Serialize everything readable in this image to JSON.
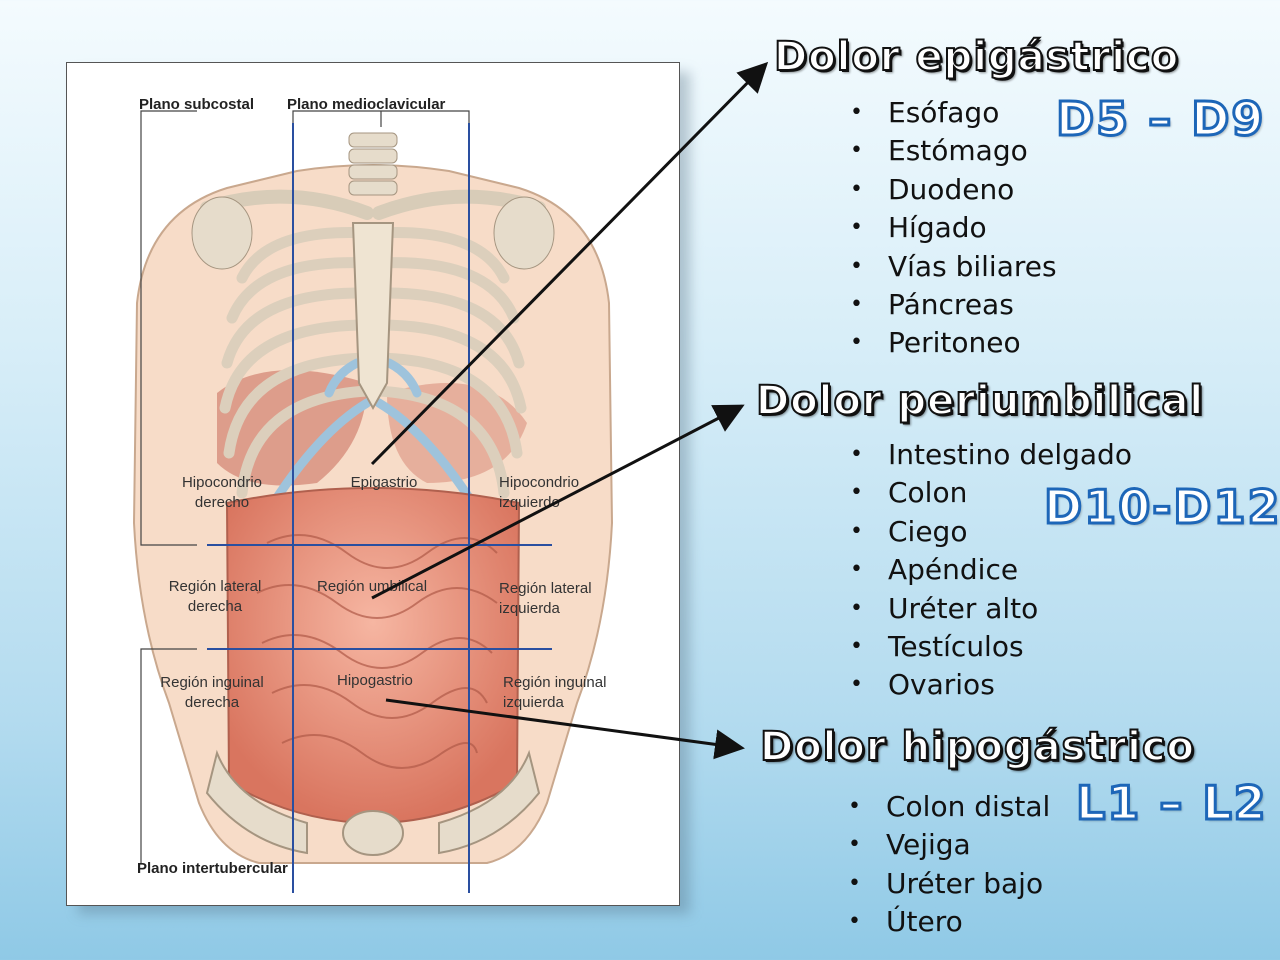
{
  "figure": {
    "labels": {
      "plano_subcostal": "Plano subcostal",
      "plano_medioclavicular": "Plano medioclavicular",
      "hipocondrio_derecho": [
        "Hipocondrio",
        "derecho"
      ],
      "epigastrio": "Epigastrio",
      "hipocondrio_izquierdo": [
        "Hipocondrio",
        "izquierdo"
      ],
      "region_lateral_derecha": [
        "Región lateral",
        "derecha"
      ],
      "region_umbilical": "Región umbilical",
      "region_lateral_izquierda": [
        "Región lateral",
        "izquierda"
      ],
      "region_inguinal_derecha": [
        "Región inguinal",
        "derecha"
      ],
      "hipogastrio": "Hipogastrio",
      "region_inguinal_izquierda": [
        "Región inguinal",
        "izquierda"
      ],
      "plano_intertubercular": "Plano intertubercular"
    }
  },
  "sections": [
    {
      "heading": "Dolor epigástrico",
      "segment": "D5 – D9",
      "items": [
        "Esófago",
        "Estómago",
        "Duodeno",
        "Hígado",
        "Vías biliares",
        "Páncreas",
        "Peritoneo"
      ]
    },
    {
      "heading": "Dolor periumbilical",
      "segment": "D10-D12",
      "items": [
        "Intestino delgado",
        "Colon",
        "Ciego",
        "Apéndice",
        "Uréter alto",
        "Testículos",
        "Ovarios"
      ]
    },
    {
      "heading": "Dolor hipogástrico",
      "segment": "L1 – L2",
      "items": [
        "Colon distal",
        "Vejiga",
        "Uréter bajo",
        "Útero"
      ]
    }
  ],
  "colors": {
    "segment_outline": "#1d66b8",
    "grid_line": "#2a4fa0",
    "bone": "#e9dfcf",
    "cartilage": "#9ec3dc",
    "skin": "#f6d7c2",
    "intestine": "#e8917c"
  }
}
